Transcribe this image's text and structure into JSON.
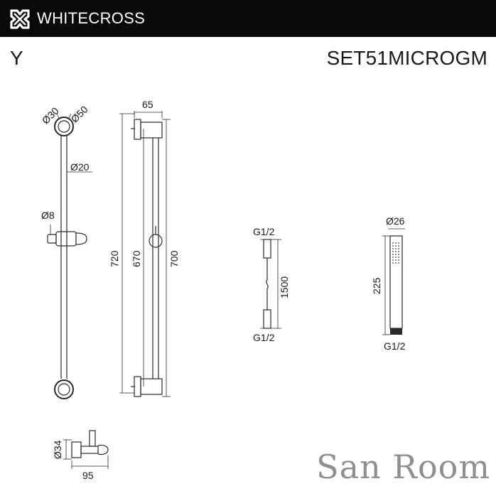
{
  "header": {
    "brand": "WHITECROSS",
    "logo_icon": "whitecross-x-logo-icon",
    "background": "#0a0a0a"
  },
  "product": {
    "variant": "Y",
    "model": "SET51MICROGM"
  },
  "dimensions": {
    "ring_outer": "Ø50",
    "ring_inner": "Ø30",
    "rail_dia": "Ø20",
    "slider_dia": "Ø8",
    "width": "65",
    "height_total": "720",
    "height_inner": "670",
    "height_outer": "700",
    "hose_top": "G1/2",
    "hose_length": "1500",
    "hose_bottom": "G1/2",
    "handshower_dia": "Ø26",
    "handshower_length": "225",
    "handshower_thread": "G1/2",
    "bracket_dia": "Ø34",
    "bracket_width": "95"
  },
  "watermark": "San Room"
}
